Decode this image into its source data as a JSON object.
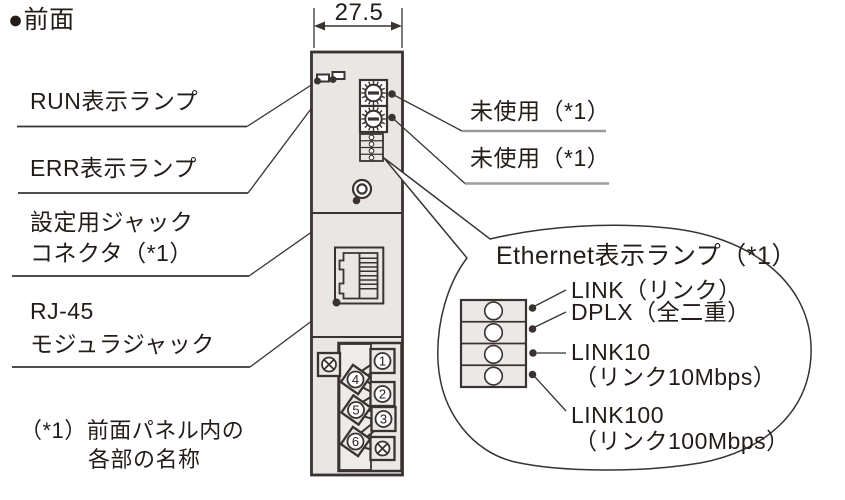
{
  "page_title": "●前面",
  "dimension": {
    "width_mm": "27.5"
  },
  "module": {
    "left_labels": {
      "run_lamp": "RUN表示ランプ",
      "err_lamp": "ERR表示ランプ",
      "setting_jack_line1": "設定用ジャック",
      "setting_jack_line2": "コネクタ（*1）",
      "rj45_line1": "RJ-45",
      "rj45_line2": "モジュラジャック"
    },
    "right_labels": {
      "unused_1": "未使用（*1）",
      "unused_2": "未使用（*1）"
    },
    "terminal_numbers": {
      "t1": "1",
      "t2": "2",
      "t3": "3",
      "t4": "4",
      "t5": "5",
      "t6": "6"
    }
  },
  "balloon": {
    "title": "Ethernet表示ランプ（*1）",
    "labels": {
      "link": "LINK（リンク）",
      "dplx": "DPLX（全二重）",
      "link10": "LINK10",
      "link10_sub": "（リンク10Mbps）",
      "link100": "LINK100",
      "link100_sub": "（リンク100Mbps）"
    }
  },
  "footnote": {
    "line1": "（*1）前面パネル内の",
    "line2": "各部の名称"
  },
  "icons": {
    "screw_terminal": "⊗"
  },
  "colors": {
    "line": "#3a3331",
    "text": "#241c19",
    "module_fill": "#e8e7e5",
    "panel_fill": "#eae9e7",
    "gray_underline": "#9c9c9c",
    "white": "#ffffff"
  }
}
